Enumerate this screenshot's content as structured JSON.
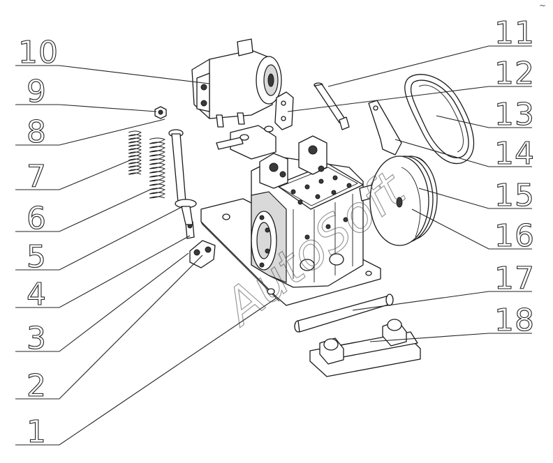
{
  "diagram": {
    "watermark": "AutoSoft",
    "corner_mark": "~",
    "callouts": [
      {
        "id": "1",
        "label": "1"
      },
      {
        "id": "2",
        "label": "2"
      },
      {
        "id": "3",
        "label": "3"
      },
      {
        "id": "4",
        "label": "4"
      },
      {
        "id": "5",
        "label": "5"
      },
      {
        "id": "6",
        "label": "6"
      },
      {
        "id": "7",
        "label": "7"
      },
      {
        "id": "8",
        "label": "8"
      },
      {
        "id": "9",
        "label": "9"
      },
      {
        "id": "10",
        "label": "10"
      },
      {
        "id": "11",
        "label": "11"
      },
      {
        "id": "12",
        "label": "12"
      },
      {
        "id": "13",
        "label": "13"
      },
      {
        "id": "14",
        "label": "14"
      },
      {
        "id": "15",
        "label": "15"
      },
      {
        "id": "16",
        "label": "16"
      },
      {
        "id": "17",
        "label": "17"
      },
      {
        "id": "18",
        "label": "18"
      }
    ]
  }
}
